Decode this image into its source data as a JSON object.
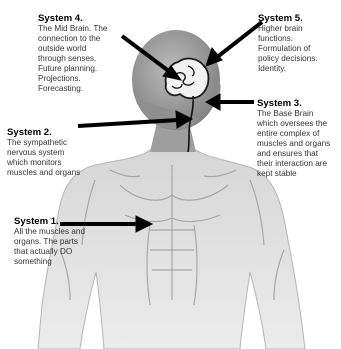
{
  "systems": [
    {
      "title": "System 4.",
      "desc": "The Mid Brain. The connection to the outside world through senses. Future planning. Projections. Forecasting."
    },
    {
      "title": "System 5.",
      "desc": "Higher brain functions. Formulation of policy decisions. Identity."
    },
    {
      "title": "System 3.",
      "desc": "The Base Brain which oversees the entire complex of muscles and organs and ensures that their interaction are kept stable"
    },
    {
      "title": "System 2.",
      "desc": "The sympathetic nervous system which monitors muscles and organs"
    },
    {
      "title": "System 1.",
      "desc": "All the muscles and organs. The parts that actually DO something"
    }
  ],
  "colors": {
    "figure_dark": "#9a9a9a",
    "figure_light": "#dcdcdc",
    "arrow": "#000000"
  },
  "icons": [
    "human-anatomy-figure",
    "arrow-icon"
  ]
}
